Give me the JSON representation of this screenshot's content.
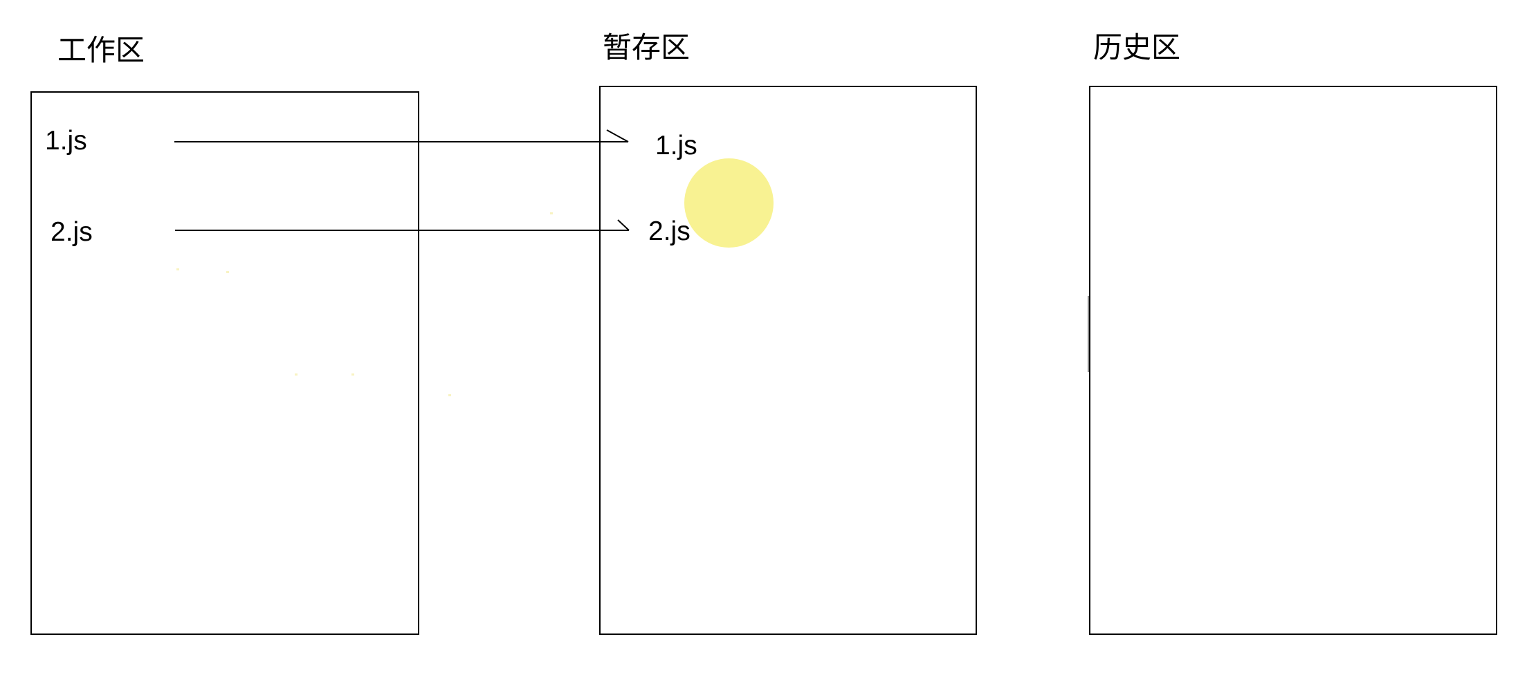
{
  "areas": {
    "workspace": {
      "title": "工作区",
      "files": [
        "1.js",
        "2.js"
      ]
    },
    "staging": {
      "title": "暂存区",
      "files": [
        "1.js",
        "2.js"
      ]
    },
    "history": {
      "title": "历史区"
    }
  },
  "colors": {
    "cursor_highlight": "#f6ee73"
  }
}
